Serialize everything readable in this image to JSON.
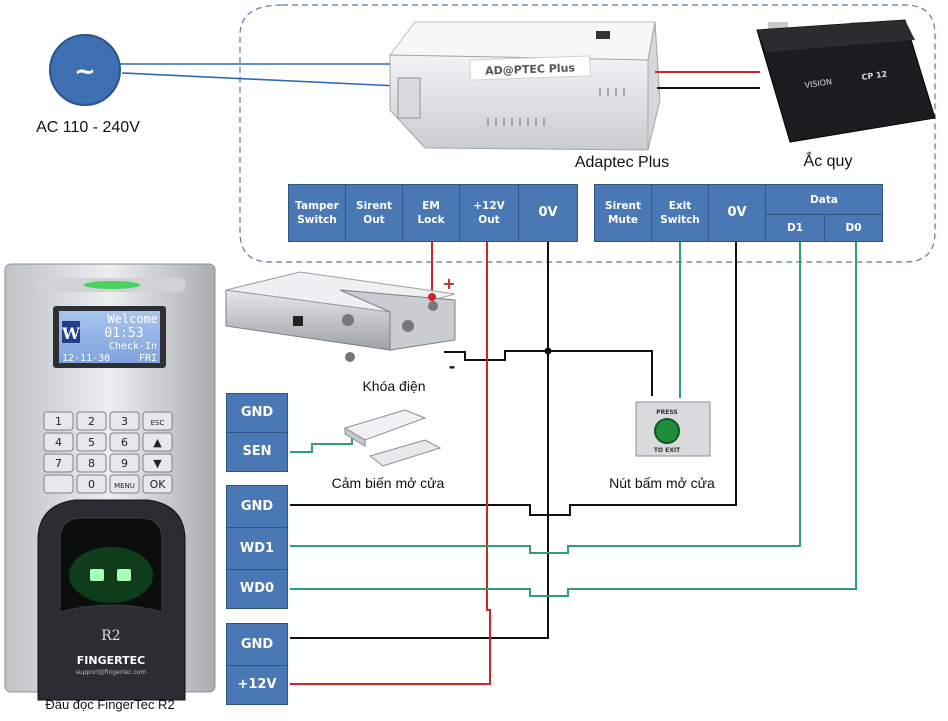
{
  "ac_source": {
    "symbol": "~",
    "label": "AC 110 - 240V"
  },
  "controller": {
    "logo": "AD@PTEC Plus",
    "label": "Adaptec Plus"
  },
  "battery": {
    "brand": "VISION",
    "model": "CP 12",
    "label": "Ắc quy"
  },
  "terminals_left": [
    {
      "id": "tamper",
      "label": "Tamper\nSwitch"
    },
    {
      "id": "sirent-out",
      "label": "Sirent\nOut"
    },
    {
      "id": "em-lock",
      "label": "EM\nLock"
    },
    {
      "id": "12v-out",
      "label": "+12V\nOut"
    },
    {
      "id": "0v-a",
      "label": "0V"
    }
  ],
  "terminals_right": [
    {
      "id": "sirent-mute",
      "label": "Sirent\nMute"
    },
    {
      "id": "exit-switch",
      "label": "Exit\nSwitch"
    },
    {
      "id": "0v-b",
      "label": "0V"
    }
  ],
  "data_group": {
    "label": "Data",
    "d1": "D1",
    "d0": "D0"
  },
  "lock": {
    "label": "Khóa điện",
    "plus": "+",
    "minus": "-"
  },
  "door_sensor": {
    "label": "Cảm biến mở cửa",
    "gnd": "GND",
    "sen": "SEN"
  },
  "exit_button": {
    "label": "Nút bấm mở cửa",
    "press": "PRESS",
    "to_exit": "TO EXIT"
  },
  "reader": {
    "label": "Đầu đọc FingerTec R2",
    "screen": {
      "welcome": "Welcome",
      "time": "01:53",
      "mode": "Check-In",
      "date": "12-11-30",
      "day": "FRI",
      "logo": "W"
    },
    "keys": [
      "1",
      "2",
      "3",
      "ESC",
      "4",
      "5",
      "6",
      "▲",
      "7",
      "8",
      "9",
      "▼",
      "",
      "0",
      "MENU",
      "OK"
    ],
    "model": "R2",
    "brand": "FINGERTEC",
    "site": "support@fingertec.com"
  },
  "reader_terminals": {
    "gnd1": "GND",
    "wd1": "WD1",
    "wd0": "WD0",
    "gnd2": "GND",
    "v12": "+12V"
  },
  "colors": {
    "terminal": "#4a78b5",
    "wire_black": "#111111",
    "wire_red": "#d0262b",
    "wire_green": "#2e9e73",
    "wire_ac": "#2f6bb5"
  }
}
